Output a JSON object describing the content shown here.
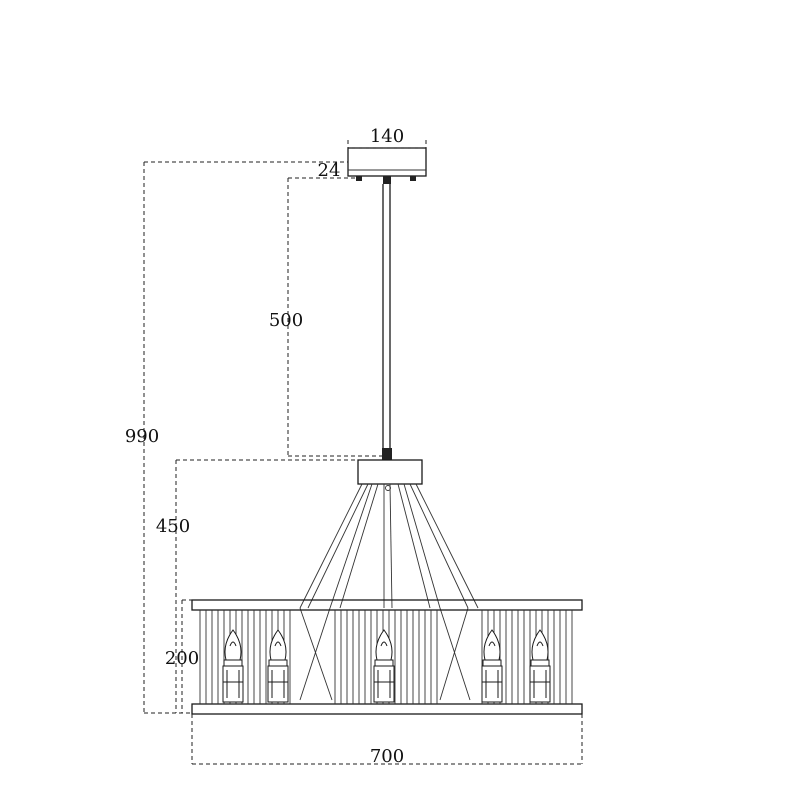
{
  "diagram": {
    "dimensions": {
      "canopy_width": "140",
      "canopy_height": "24",
      "rod_length": "500",
      "total_height": "990",
      "frame_drop": "450",
      "shade_height": "200",
      "shade_width": "700"
    },
    "colors": {
      "line": "#1a1a1a",
      "background": "#ffffff"
    }
  }
}
